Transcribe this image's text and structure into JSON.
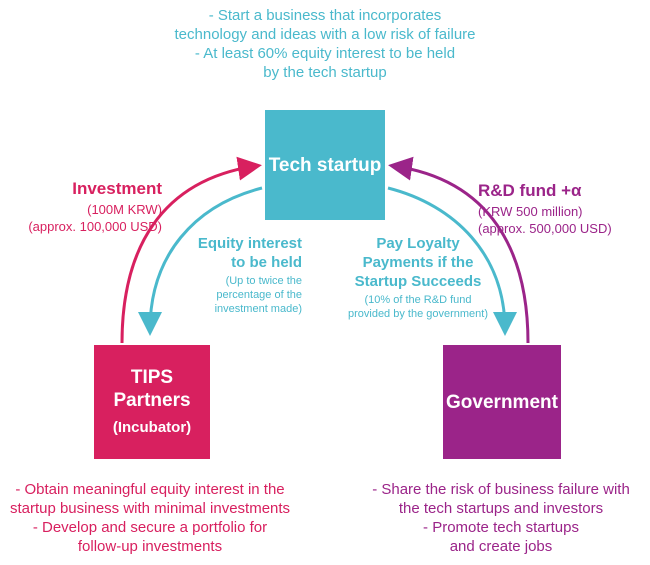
{
  "top_notes": [
    "- Start a business that incorporates",
    "technology and ideas with a low risk of failure",
    "- At least 60% equity interest to be held",
    "by the tech startup"
  ],
  "tech_startup": {
    "label": "Tech startup",
    "color": "#4ab9cc"
  },
  "tips": {
    "line1": "TIPS",
    "line2": "Partners",
    "line3": "(Incubator)",
    "color": "#d8205f"
  },
  "government": {
    "label": "Government",
    "color": "#9b2489"
  },
  "investment": {
    "title": "Investment",
    "line1": "(100M KRW)",
    "line2": "(approx. 100,000 USD)"
  },
  "rd_fund": {
    "title": "R&D fund +α",
    "line1": "(KRW 500 million)",
    "line2": "(approx. 500,000 USD)"
  },
  "equity": {
    "title1": "Equity interest",
    "title2": "to be held",
    "sub1": "(Up to twice the",
    "sub2": "percentage of the",
    "sub3": "investment made)"
  },
  "loyalty": {
    "title1": "Pay Loyalty",
    "title2": "Payments if the",
    "title3": "Startup Succeeds",
    "sub1": "(10% of the R&D fund",
    "sub2": "provided by the government)"
  },
  "bottom_left_notes": [
    "- Obtain meaningful equity interest in the",
    "startup business with minimal investments",
    "- Develop and secure a portfolio for",
    "follow-up investments"
  ],
  "bottom_right_notes": [
    "- Share the risk of business failure with",
    "the tech startups and investors",
    "- Promote tech startups",
    "and create jobs"
  ]
}
